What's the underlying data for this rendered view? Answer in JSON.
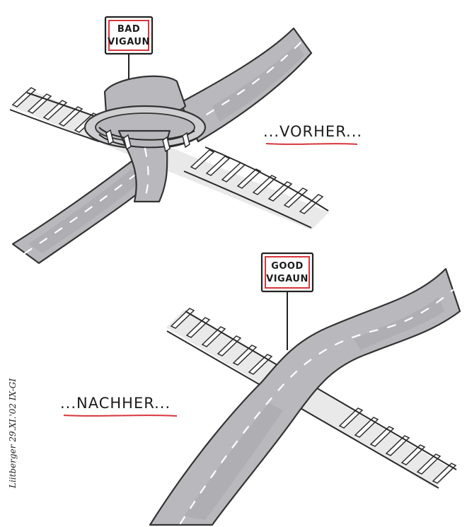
{
  "before": {
    "sign_line1": "BAD",
    "sign_line2": "VIGAUN",
    "caption": "...VORHER..."
  },
  "after": {
    "sign_line1": "GOOD",
    "sign_line2": "VIGAUN",
    "caption": "...NACHHER..."
  },
  "signature": "Liitberger 29.XI.'02 IX-GI",
  "colors": {
    "road": "#b9b9bd",
    "accent_red": "#d6363b",
    "ink": "#222222"
  }
}
